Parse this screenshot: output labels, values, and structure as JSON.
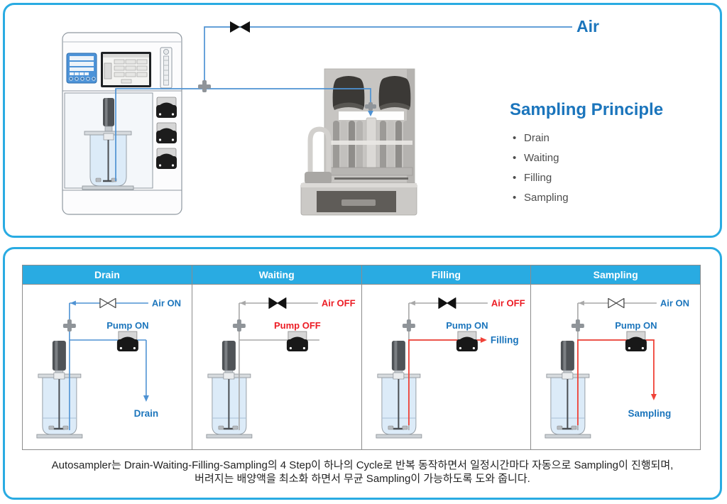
{
  "colors": {
    "panel_border": "#29ABE2",
    "header_bg": "#29ABE2",
    "header_text": "#FFFFFF",
    "accent_blue": "#1B75BC",
    "line_blue": "#4E92D3",
    "line_gray": "#A8A8A8",
    "line_red": "#F04238",
    "label_red": "#EC1C24",
    "text_dark": "#4D4D4D"
  },
  "top_panel": {
    "air_label": "Air",
    "principle": {
      "title": "Sampling Principle",
      "bullets": [
        "Drain",
        "Waiting",
        "Filling",
        "Sampling"
      ]
    }
  },
  "steps_table": {
    "columns": [
      {
        "title": "Drain",
        "air_label": "Air ON",
        "air_on": true,
        "pump_label": "Pump ON",
        "pump_on": true,
        "line": "blue",
        "flow": "drain",
        "flow_label": "Drain"
      },
      {
        "title": "Waiting",
        "air_label": "Air OFF",
        "air_on": false,
        "pump_label": "Pump OFF",
        "pump_on": false,
        "line": "gray",
        "flow": "none",
        "flow_label": ""
      },
      {
        "title": "Filling",
        "air_label": "Air OFF",
        "air_on": false,
        "pump_label": "Pump ON",
        "pump_on": true,
        "line": "gray",
        "flow": "filling",
        "flow_label": "Filling"
      },
      {
        "title": "Sampling",
        "air_label": "Air ON",
        "air_on": true,
        "pump_label": "Pump ON",
        "pump_on": true,
        "line": "gray",
        "flow": "sampling",
        "flow_label": "Sampling"
      }
    ]
  },
  "caption": {
    "line1": "Autosampler는 Drain-Waiting-Filling-Sampling의 4 Step이 하나의 Cycle로 반복 동작하면서 일정시간마다 자동으로 Sampling이 진행되며,",
    "line2": "버려지는 배양액을 최소화 하면서 무균 Sampling이 가능하도록 도와 줍니다."
  }
}
